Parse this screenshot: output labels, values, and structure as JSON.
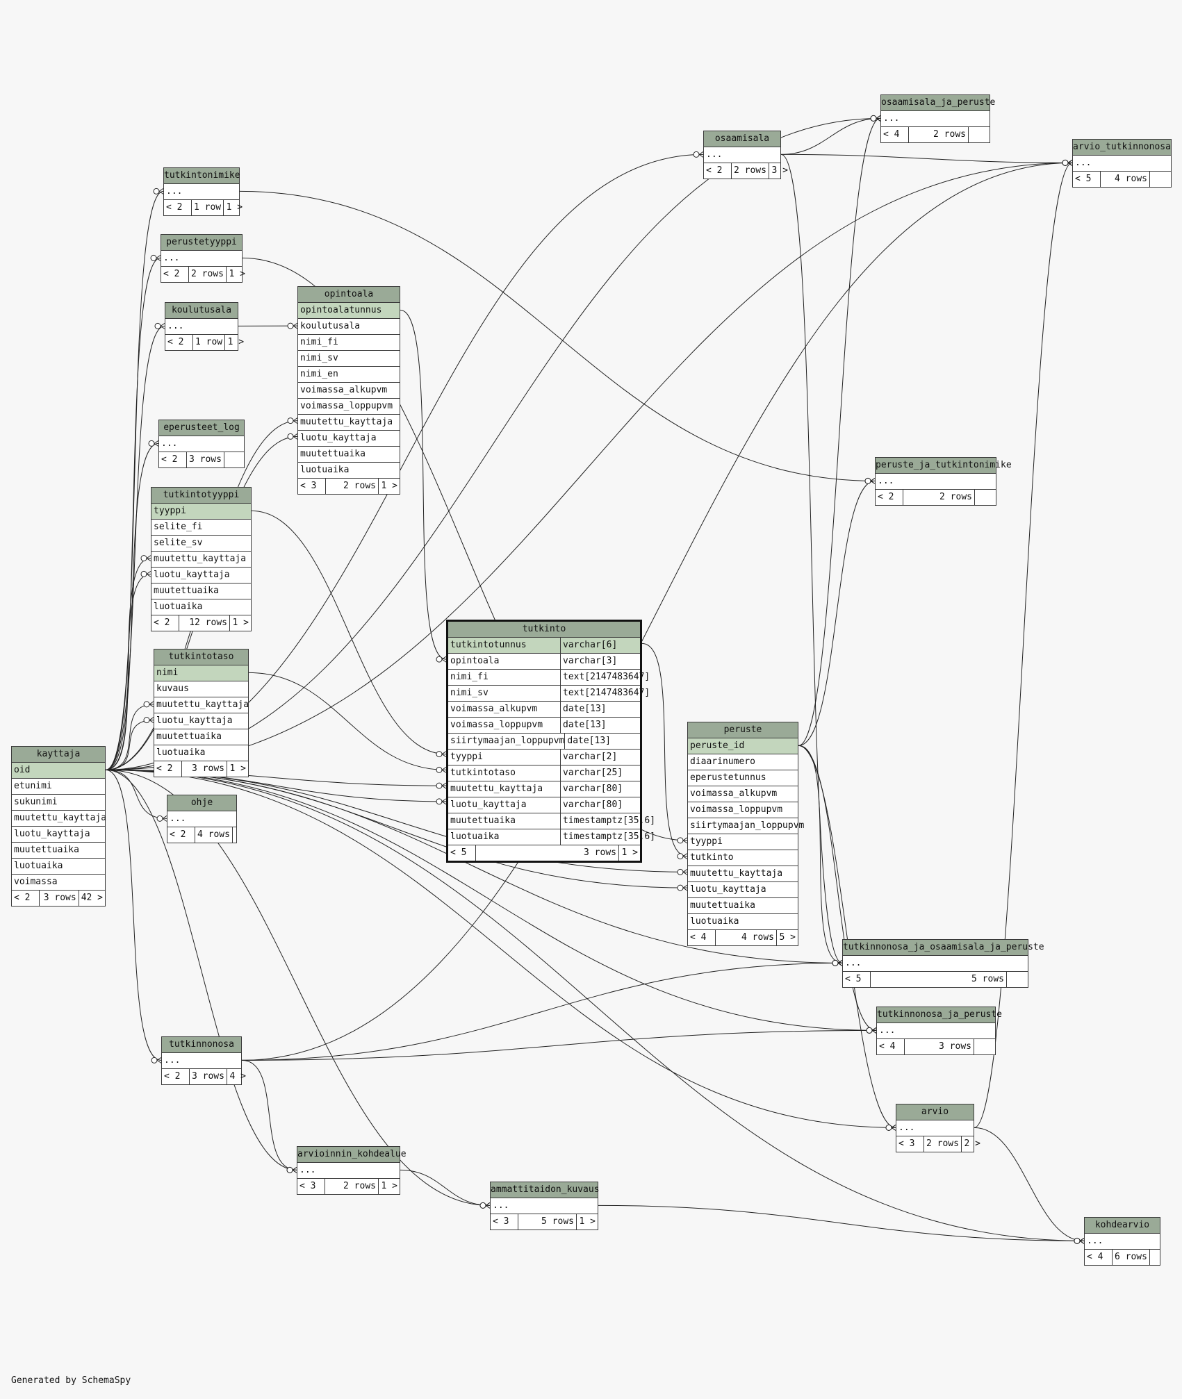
{
  "footer": "Generated by SchemaSpy",
  "colors": {
    "header": "#9aaa97",
    "primary_key_row": "#c3d6bd",
    "border": "#3a3a3a",
    "background": "#f7f7f7"
  },
  "tables": [
    {
      "id": "kayttaja",
      "name": "kayttaja",
      "columns": [
        {
          "name": "oid",
          "pk": true
        },
        {
          "name": "etunimi"
        },
        {
          "name": "sukunimi"
        },
        {
          "name": "muutettu_kayttaja"
        },
        {
          "name": "luotu_kayttaja"
        },
        {
          "name": "muutettuaika"
        },
        {
          "name": "luotuaika"
        },
        {
          "name": "voimassa"
        }
      ],
      "footer": [
        "< 2",
        "3 rows",
        "42 >"
      ]
    },
    {
      "id": "tutkintonimike",
      "name": "tutkintonimike",
      "columns": [
        {
          "name": "..."
        }
      ],
      "footer": [
        "< 2",
        "1 row",
        "1 >"
      ]
    },
    {
      "id": "perustetyyppi",
      "name": "perustetyyppi",
      "columns": [
        {
          "name": "..."
        }
      ],
      "footer": [
        "< 2",
        "2 rows",
        "1 >"
      ]
    },
    {
      "id": "koulutusala",
      "name": "koulutusala",
      "columns": [
        {
          "name": "..."
        }
      ],
      "footer": [
        "< 2",
        "1 row",
        "1 >"
      ]
    },
    {
      "id": "opintoala",
      "name": "opintoala",
      "columns": [
        {
          "name": "opintoalatunnus",
          "pk": true
        },
        {
          "name": "koulutusala"
        },
        {
          "name": "nimi_fi"
        },
        {
          "name": "nimi_sv"
        },
        {
          "name": "nimi_en"
        },
        {
          "name": "voimassa_alkupvm"
        },
        {
          "name": "voimassa_loppupvm"
        },
        {
          "name": "muutettu_kayttaja"
        },
        {
          "name": "luotu_kayttaja"
        },
        {
          "name": "muutettuaika"
        },
        {
          "name": "luotuaika"
        }
      ],
      "footer": [
        "< 3",
        "2 rows",
        "1 >"
      ]
    },
    {
      "id": "eperusteet_log",
      "name": "eperusteet_log",
      "columns": [
        {
          "name": "..."
        }
      ],
      "footer": [
        "< 2",
        "3 rows",
        ""
      ]
    },
    {
      "id": "tutkintotyyppi",
      "name": "tutkintotyyppi",
      "columns": [
        {
          "name": "tyyppi",
          "pk": true
        },
        {
          "name": "selite_fi"
        },
        {
          "name": "selite_sv"
        },
        {
          "name": "muutettu_kayttaja"
        },
        {
          "name": "luotu_kayttaja"
        },
        {
          "name": "muutettuaika"
        },
        {
          "name": "luotuaika"
        }
      ],
      "footer": [
        "< 2",
        "12 rows",
        "1 >"
      ]
    },
    {
      "id": "tutkintotaso",
      "name": "tutkintotaso",
      "columns": [
        {
          "name": "nimi",
          "pk": true
        },
        {
          "name": "kuvaus"
        },
        {
          "name": "muutettu_kayttaja"
        },
        {
          "name": "luotu_kayttaja"
        },
        {
          "name": "muutettuaika"
        },
        {
          "name": "luotuaika"
        }
      ],
      "footer": [
        "< 2",
        "3 rows",
        "1 >"
      ]
    },
    {
      "id": "ohje",
      "name": "ohje",
      "columns": [
        {
          "name": "..."
        }
      ],
      "footer": [
        "< 2",
        "4 rows",
        ""
      ]
    },
    {
      "id": "tutkinto",
      "name": "tutkinto",
      "focus": true,
      "columns": [
        {
          "name": "tutkintotunnus",
          "type": "varchar[6]",
          "pk": true
        },
        {
          "name": "opintoala",
          "type": "varchar[3]"
        },
        {
          "name": "nimi_fi",
          "type": "text[2147483647]"
        },
        {
          "name": "nimi_sv",
          "type": "text[2147483647]"
        },
        {
          "name": "voimassa_alkupvm",
          "type": "date[13]"
        },
        {
          "name": "voimassa_loppupvm",
          "type": "date[13]"
        },
        {
          "name": "siirtymaajan_loppupvm",
          "type": "date[13]"
        },
        {
          "name": "tyyppi",
          "type": "varchar[2]"
        },
        {
          "name": "tutkintotaso",
          "type": "varchar[25]"
        },
        {
          "name": "muutettu_kayttaja",
          "type": "varchar[80]"
        },
        {
          "name": "luotu_kayttaja",
          "type": "varchar[80]"
        },
        {
          "name": "muutettuaika",
          "type": "timestamptz[35,6]"
        },
        {
          "name": "luotuaika",
          "type": "timestamptz[35,6]"
        }
      ],
      "footer": [
        "< 5",
        "3 rows",
        "1 >"
      ]
    },
    {
      "id": "osaamisala",
      "name": "osaamisala",
      "columns": [
        {
          "name": "..."
        }
      ],
      "footer": [
        "< 2",
        "2 rows",
        "3 >"
      ]
    },
    {
      "id": "osaamisala_ja_peruste",
      "name": "osaamisala_ja_peruste",
      "columns": [
        {
          "name": "..."
        }
      ],
      "footer": [
        "< 4",
        "2 rows",
        ""
      ]
    },
    {
      "id": "arvio_tutkinnonosa",
      "name": "arvio_tutkinnonosa",
      "columns": [
        {
          "name": "..."
        }
      ],
      "footer": [
        "< 5",
        "4 rows",
        ""
      ]
    },
    {
      "id": "peruste_ja_tutkintonimike",
      "name": "peruste_ja_tutkintonimike",
      "columns": [
        {
          "name": "..."
        }
      ],
      "footer": [
        "< 2",
        "2 rows",
        ""
      ]
    },
    {
      "id": "peruste",
      "name": "peruste",
      "columns": [
        {
          "name": "peruste_id",
          "pk": true
        },
        {
          "name": "diaarinumero"
        },
        {
          "name": "eperustetunnus"
        },
        {
          "name": "voimassa_alkupvm"
        },
        {
          "name": "voimassa_loppupvm"
        },
        {
          "name": "siirtymaajan_loppupvm"
        },
        {
          "name": "tyyppi"
        },
        {
          "name": "tutkinto"
        },
        {
          "name": "muutettu_kayttaja"
        },
        {
          "name": "luotu_kayttaja"
        },
        {
          "name": "muutettuaika"
        },
        {
          "name": "luotuaika"
        }
      ],
      "footer": [
        "< 4",
        "4 rows",
        "5 >"
      ]
    },
    {
      "id": "tutkinnonosa_ja_osaamisala_ja_peruste",
      "name": "tutkinnonosa_ja_osaamisala_ja_peruste",
      "columns": [
        {
          "name": "..."
        }
      ],
      "footer": [
        "< 5",
        "5 rows",
        ""
      ]
    },
    {
      "id": "tutkinnonosa_ja_peruste",
      "name": "tutkinnonosa_ja_peruste",
      "columns": [
        {
          "name": "..."
        }
      ],
      "footer": [
        "< 4",
        "3 rows",
        ""
      ]
    },
    {
      "id": "tutkinnonosa",
      "name": "tutkinnonosa",
      "columns": [
        {
          "name": "..."
        }
      ],
      "footer": [
        "< 2",
        "3 rows",
        "4 >"
      ]
    },
    {
      "id": "arvio",
      "name": "arvio",
      "columns": [
        {
          "name": "..."
        }
      ],
      "footer": [
        "< 3",
        "2 rows",
        "2 >"
      ]
    },
    {
      "id": "arvioinnin_kohdealue",
      "name": "arvioinnin_kohdealue",
      "columns": [
        {
          "name": "..."
        }
      ],
      "footer": [
        "< 3",
        "2 rows",
        "1 >"
      ]
    },
    {
      "id": "ammattitaidon_kuvaus",
      "name": "ammattitaidon_kuvaus",
      "columns": [
        {
          "name": "..."
        }
      ],
      "footer": [
        "< 3",
        "5 rows",
        "1 >"
      ]
    },
    {
      "id": "kohdearvio",
      "name": "kohdearvio",
      "columns": [
        {
          "name": "..."
        }
      ],
      "footer": [
        "< 4",
        "6 rows",
        ""
      ]
    }
  ],
  "relationships": [
    {
      "from": "kayttaja.oid",
      "to": "tutkintonimike"
    },
    {
      "from": "kayttaja.oid",
      "to": "perustetyyppi"
    },
    {
      "from": "kayttaja.oid",
      "to": "koulutusala"
    },
    {
      "from": "kayttaja.oid",
      "to": "eperusteet_log"
    },
    {
      "from": "kayttaja.oid",
      "to": "tutkintotyyppi.muutettu_kayttaja"
    },
    {
      "from": "kayttaja.oid",
      "to": "tutkintotyyppi.luotu_kayttaja"
    },
    {
      "from": "kayttaja.oid",
      "to": "tutkintotaso.muutettu_kayttaja"
    },
    {
      "from": "kayttaja.oid",
      "to": "tutkintotaso.luotu_kayttaja"
    },
    {
      "from": "kayttaja.oid",
      "to": "ohje"
    },
    {
      "from": "kayttaja.oid",
      "to": "opintoala.muutettu_kayttaja"
    },
    {
      "from": "kayttaja.oid",
      "to": "opintoala.luotu_kayttaja"
    },
    {
      "from": "kayttaja.oid",
      "to": "tutkinto.muutettu_kayttaja"
    },
    {
      "from": "kayttaja.oid",
      "to": "tutkinto.luotu_kayttaja"
    },
    {
      "from": "kayttaja.oid",
      "to": "peruste.muutettu_kayttaja"
    },
    {
      "from": "kayttaja.oid",
      "to": "peruste.luotu_kayttaja"
    },
    {
      "from": "kayttaja.oid",
      "to": "osaamisala"
    },
    {
      "from": "kayttaja.oid",
      "to": "osaamisala_ja_peruste"
    },
    {
      "from": "kayttaja.oid",
      "to": "arvio_tutkinnonosa"
    },
    {
      "from": "kayttaja.oid",
      "to": "tutkinnonosa_ja_osaamisala_ja_peruste"
    },
    {
      "from": "kayttaja.oid",
      "to": "tutkinnonosa_ja_peruste"
    },
    {
      "from": "kayttaja.oid",
      "to": "tutkinnonosa"
    },
    {
      "from": "kayttaja.oid",
      "to": "arvio"
    },
    {
      "from": "kayttaja.oid",
      "to": "arvioinnin_kohdealue"
    },
    {
      "from": "kayttaja.oid",
      "to": "ammattitaidon_kuvaus"
    },
    {
      "from": "kayttaja.oid",
      "to": "kohdearvio"
    },
    {
      "from": "koulutusala",
      "to": "opintoala.koulutusala"
    },
    {
      "from": "opintoala.opintoalatunnus",
      "to": "tutkinto.opintoala"
    },
    {
      "from": "tutkintotyyppi.tyyppi",
      "to": "tutkinto.tyyppi"
    },
    {
      "from": "tutkintotaso.nimi",
      "to": "tutkinto.tutkintotaso"
    },
    {
      "from": "tutkinto.tutkintotunnus",
      "to": "peruste.tutkinto"
    },
    {
      "from": "perustetyyppi",
      "to": "peruste.tyyppi"
    },
    {
      "from": "tutkintonimike",
      "to": "peruste_ja_tutkintonimike"
    },
    {
      "from": "peruste.peruste_id",
      "to": "peruste_ja_tutkintonimike"
    },
    {
      "from": "peruste.peruste_id",
      "to": "osaamisala_ja_peruste"
    },
    {
      "from": "peruste.peruste_id",
      "to": "tutkinnonosa_ja_osaamisala_ja_peruste"
    },
    {
      "from": "peruste.peruste_id",
      "to": "tutkinnonosa_ja_peruste"
    },
    {
      "from": "peruste.peruste_id",
      "to": "arvio"
    },
    {
      "from": "osaamisala",
      "to": "osaamisala_ja_peruste"
    },
    {
      "from": "osaamisala",
      "to": "tutkinnonosa_ja_osaamisala_ja_peruste"
    },
    {
      "from": "osaamisala",
      "to": "arvio_tutkinnonosa"
    },
    {
      "from": "tutkinnonosa",
      "to": "tutkinnonosa_ja_osaamisala_ja_peruste"
    },
    {
      "from": "tutkinnonosa",
      "to": "tutkinnonosa_ja_peruste"
    },
    {
      "from": "tutkinnonosa",
      "to": "arvio_tutkinnonosa"
    },
    {
      "from": "tutkinnonosa",
      "to": "arvioinnin_kohdealue"
    },
    {
      "from": "arvio",
      "to": "arvio_tutkinnonosa"
    },
    {
      "from": "arvio",
      "to": "kohdearvio"
    },
    {
      "from": "arvioinnin_kohdealue",
      "to": "ammattitaidon_kuvaus"
    },
    {
      "from": "ammattitaidon_kuvaus",
      "to": "kohdearvio"
    }
  ]
}
